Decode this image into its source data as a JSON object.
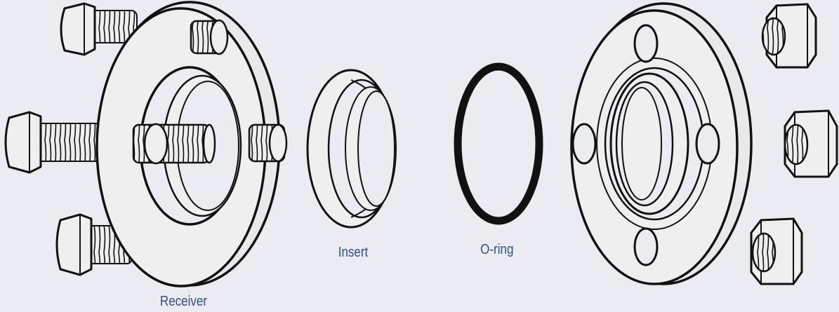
{
  "labels": {
    "receiver": "Receiver",
    "insert": "Insert",
    "oring": "O-ring"
  },
  "colors": {
    "background": "#ebebf2",
    "part_fill": "#efefef",
    "stroke": "#111111",
    "label": "#2f4f8f"
  },
  "icons": [
    "bolt-icon",
    "hex-nut-icon",
    "flange-icon",
    "insert-ring-icon",
    "o-ring-icon"
  ]
}
